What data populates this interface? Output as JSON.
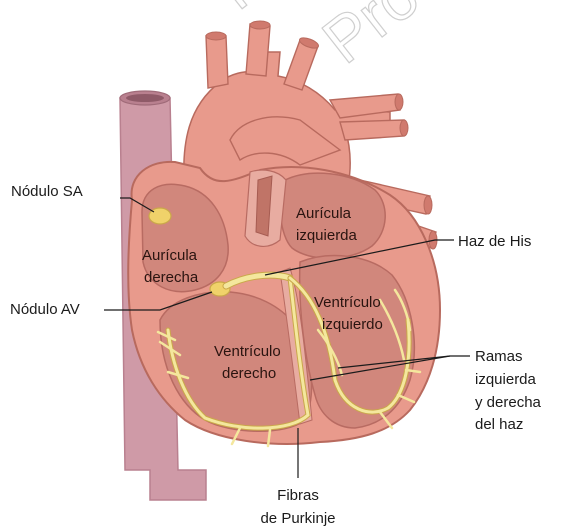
{
  "labels": {
    "sa_node": "Nódulo SA",
    "av_node": "Nódulo AV",
    "bundle_his": "Haz de His",
    "right_atrium": [
      "Aurícula",
      "derecha"
    ],
    "left_atrium": [
      "Aurícula",
      "izquierda"
    ],
    "left_ventricle": [
      "Ventrículo",
      "izquierdo"
    ],
    "right_ventricle": [
      "Ventrículo",
      "derecho"
    ],
    "bundle_branches": [
      "Ramas",
      "izquierda",
      "y derecha",
      "del haz"
    ],
    "purkinje": [
      "Fibras",
      "de Purkinje"
    ]
  },
  "watermark": [
    "P",
    "Pro"
  ],
  "colors": {
    "vena_cava": "#cf9aa7",
    "vena_cava_dark": "#b9808f",
    "heart_outer": "#e89a8c",
    "heart_outline": "#b86a5e",
    "chamber": "#d1877c",
    "chamber_dark": "#b86b62",
    "septum": "#e8aca1",
    "conduction": "#f4e79d",
    "conduction_edge": "#caa84a",
    "node": "#f0d26a"
  }
}
